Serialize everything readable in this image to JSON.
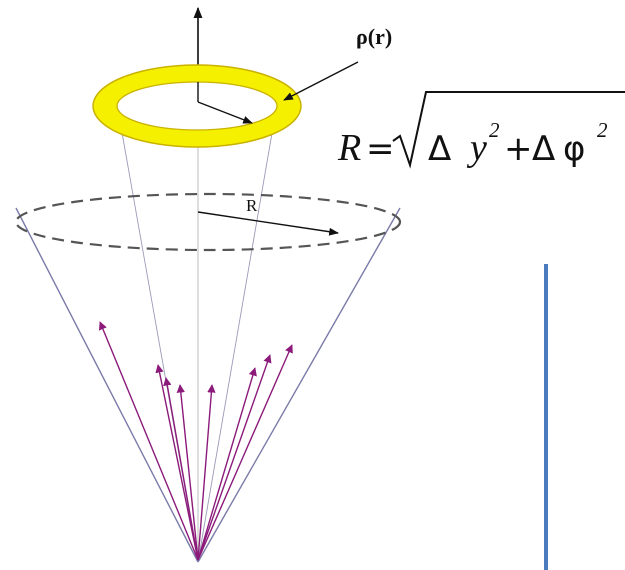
{
  "density_label": "ρ(r)",
  "radius_label": "R",
  "formula": {
    "lhs": "R",
    "equals": "=",
    "delta1": "Δ",
    "var1": "y",
    "exp1": "2",
    "plus": "+",
    "delta2": "Δ",
    "var2": "φ",
    "exp2": "2"
  },
  "colors": {
    "annulus_fill": "#f5f000",
    "annulus_stroke": "#c9b200",
    "cone_line": "#7a7aa8",
    "particle_arrows": "#8b1a7a",
    "side_bar": "#4a7bbf"
  },
  "particle_count": 8
}
